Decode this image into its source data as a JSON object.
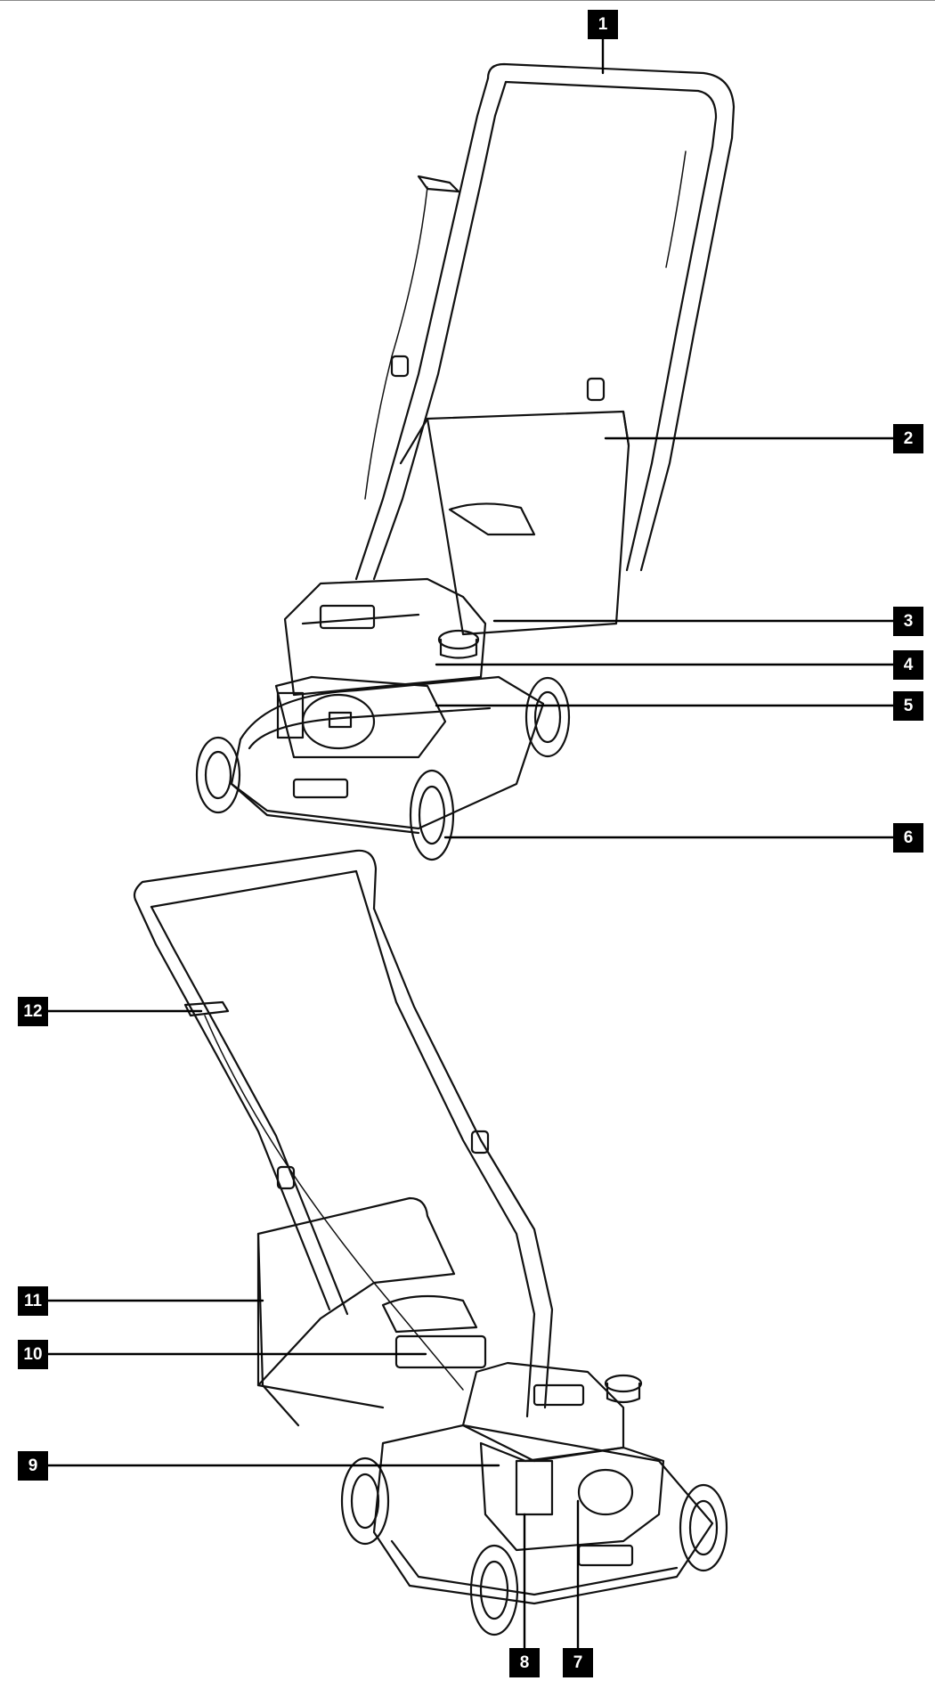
{
  "diagram": {
    "colors": {
      "ink": "#111111",
      "callout_bg": "#000000",
      "callout_fg": "#ffffff",
      "background": "#ffffff"
    },
    "callouts": [
      {
        "id": "c1",
        "label": "1"
      },
      {
        "id": "c2",
        "label": "2"
      },
      {
        "id": "c3",
        "label": "3"
      },
      {
        "id": "c4",
        "label": "4"
      },
      {
        "id": "c5",
        "label": "5"
      },
      {
        "id": "c6",
        "label": "6"
      },
      {
        "id": "c7",
        "label": "7"
      },
      {
        "id": "c8",
        "label": "8"
      },
      {
        "id": "c9",
        "label": "9"
      },
      {
        "id": "c10",
        "label": "10"
      },
      {
        "id": "c11",
        "label": "11"
      },
      {
        "id": "c12",
        "label": "12"
      }
    ]
  }
}
